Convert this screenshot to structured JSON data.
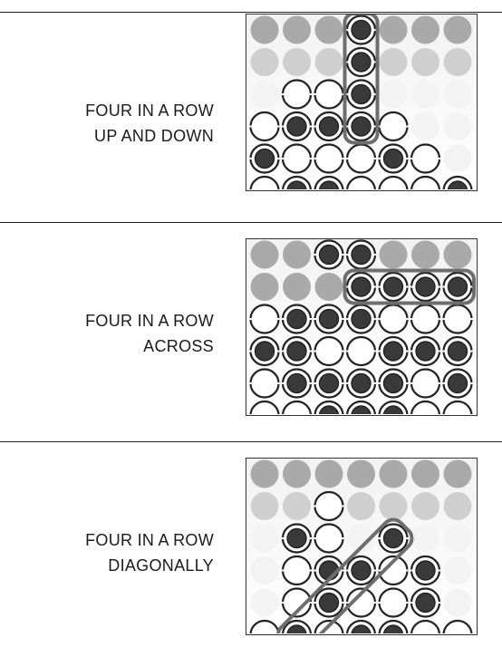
{
  "panels": [
    {
      "caption_line1": "FOUR IN A ROW",
      "caption_line2": "UP AND DOWN",
      "highlight": "vertical",
      "grid": [
        [
          "g",
          "g",
          "g",
          "B",
          "g",
          "g",
          "g"
        ],
        [
          "g",
          "g",
          "g",
          "B",
          "g",
          "g",
          "g"
        ],
        [
          "e",
          "W",
          "W",
          "B",
          "e",
          "e",
          "e"
        ],
        [
          "W",
          "B",
          "B",
          "B",
          "W",
          "e",
          "e"
        ],
        [
          "B",
          "W",
          "W",
          "W",
          "B",
          "W",
          "e"
        ],
        [
          "W",
          "B",
          "B",
          "W",
          "W",
          "W",
          "B"
        ]
      ],
      "highlight_cells": [
        [
          0,
          3
        ],
        [
          3,
          3
        ]
      ]
    },
    {
      "caption_line1": "FOUR IN A ROW",
      "caption_line2": "ACROSS",
      "highlight": "horizontal",
      "grid": [
        [
          "G",
          "G",
          "B",
          "B",
          "G",
          "G",
          "g"
        ],
        [
          "G",
          "G",
          "G",
          "B",
          "B",
          "B",
          "B"
        ],
        [
          "W",
          "B",
          "B",
          "B",
          "W",
          "W",
          "W"
        ],
        [
          "B",
          "B",
          "W",
          "W",
          "B",
          "B",
          "B"
        ],
        [
          "W",
          "B",
          "B",
          "B",
          "B",
          "W",
          "B"
        ],
        [
          "W",
          "W",
          "B",
          "B",
          "B",
          "W",
          "W"
        ]
      ],
      "highlight_cells": [
        [
          1,
          3
        ],
        [
          1,
          6
        ]
      ]
    },
    {
      "caption_line1": "FOUR IN A ROW",
      "caption_line2": "DIAGONALLY",
      "highlight": "diagonal",
      "grid": [
        [
          "g",
          "g",
          "g",
          "g",
          "g",
          "g",
          "g"
        ],
        [
          "g",
          "g",
          "W",
          "g",
          "g",
          "g",
          "g"
        ],
        [
          "e",
          "B",
          "W",
          "e",
          "B",
          "e",
          "e"
        ],
        [
          "e",
          "W",
          "B",
          "B",
          "W",
          "B",
          "e"
        ],
        [
          "e",
          "W",
          "B",
          "W",
          "W",
          "B",
          "e"
        ],
        [
          "W",
          "B",
          "W",
          "B",
          "B",
          "W",
          "W"
        ]
      ],
      "highlight_cells": [
        [
          5,
          1
        ],
        [
          2,
          4
        ]
      ]
    }
  ],
  "colors": {
    "black_disc": "#3a3a3a",
    "white_disc": "#ffffff",
    "outline": "#222222",
    "highlight": "#6e6e6e",
    "empty_top": "#a9a9a9",
    "empty_mid": "#cfcfcf",
    "empty_bottom": "#f3f3f3"
  }
}
